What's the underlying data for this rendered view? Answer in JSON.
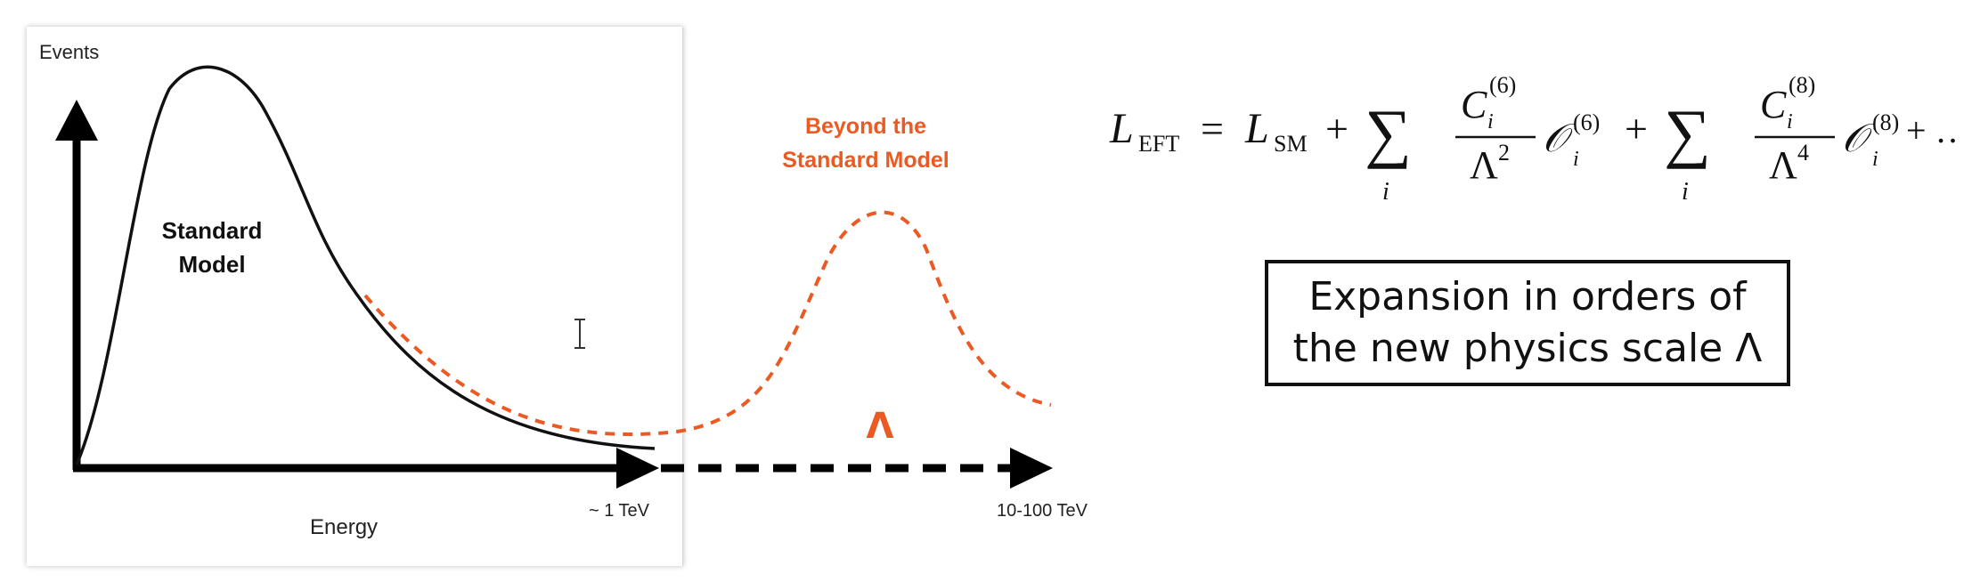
{
  "diagram": {
    "y_axis_label": "Events",
    "x_axis_label": "Energy",
    "sm_label_line1": "Standard",
    "sm_label_line2": "Model",
    "bsm_label_line1": "Beyond the",
    "bsm_label_line2": "Standard Model",
    "scale_symbol": "Λ",
    "tick_1tev": "~ 1 TeV",
    "tick_100tev": "10-100 TeV",
    "colors": {
      "sm_curve": "#111111",
      "bsm_curve": "#ea5a22",
      "axis": "#000000"
    }
  },
  "equation": {
    "lhs": "L",
    "lhs_sub": "EFT",
    "equals": "=",
    "sm": "L",
    "sm_sub": "SM",
    "plus1": "+",
    "sum1": "∑",
    "sum1_index": "i",
    "c6": "C",
    "c6_sub": "i",
    "c6_sup": "(6)",
    "lambda2": "Λ",
    "lambda2_pow": "2",
    "o6": "𝒪",
    "o6_sub": "i",
    "o6_sup": "(6)",
    "plus2": "+",
    "sum2": "∑",
    "sum2_index": "i",
    "c8": "C",
    "c8_sub": "i",
    "c8_sup": "(8)",
    "lambda4": "Λ",
    "lambda4_pow": "4",
    "o8": "𝒪",
    "o8_sub": "i",
    "o8_sup": "(8)",
    "tail": "+ …"
  },
  "caption": {
    "line1": "Expansion in orders of",
    "line2": "the new physics scale Λ"
  },
  "icons": {
    "cursor": "text-cursor-icon"
  }
}
